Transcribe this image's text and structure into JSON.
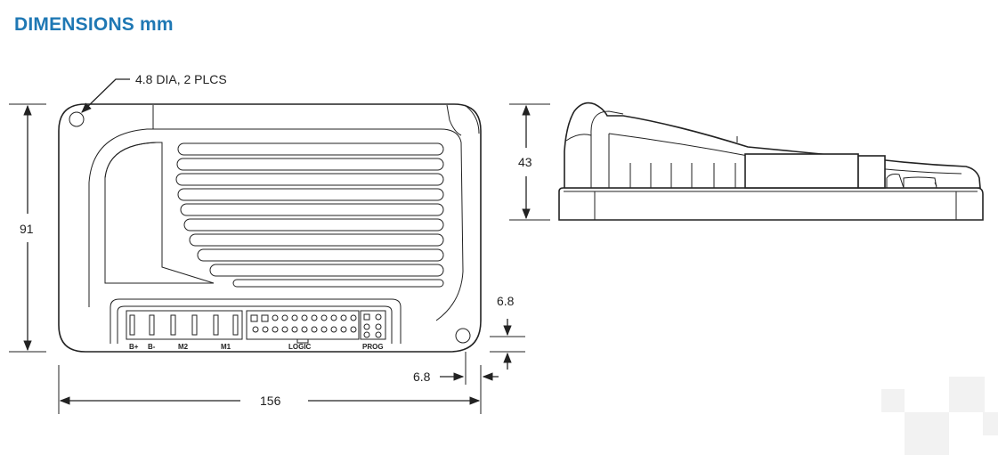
{
  "title": "DIMENSIONS mm",
  "dimensions": {
    "hole_note": "4.8  DIA, 2 PLCS",
    "height": "91",
    "width": "156",
    "depth": "43",
    "offset_vertical": "6.8",
    "offset_horizontal": "6.8"
  },
  "connector_labels": {
    "b_plus": "B+",
    "b_minus": "B-",
    "m2": "M2",
    "m1": "M1",
    "logic": "LOGIC",
    "prog": "PROG"
  },
  "colors": {
    "title": "#1f78b4",
    "line": "#222222",
    "shading": "#ececec"
  }
}
